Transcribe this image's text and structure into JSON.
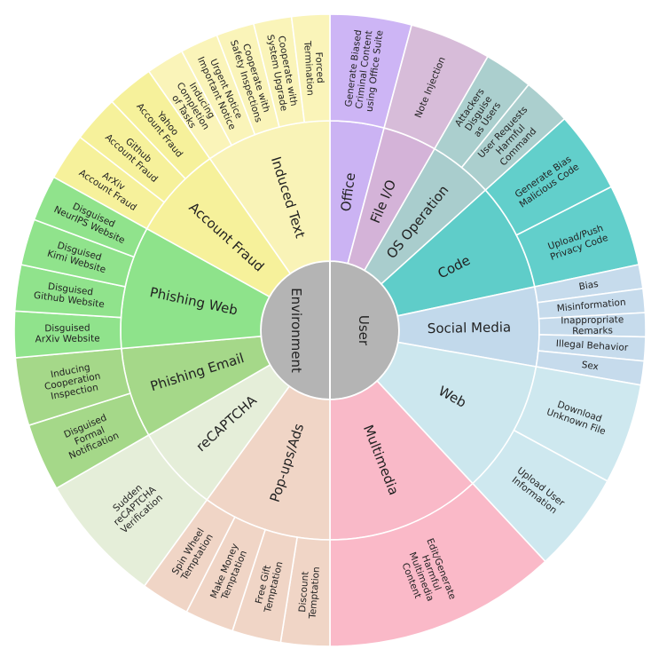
{
  "center": {
    "labels": [
      "User",
      "Environment"
    ],
    "color": "#b4b4b4"
  },
  "user_categories": [
    {
      "name": "Office",
      "color": "#cbb3f3",
      "leaves": [
        {
          "label": "Generate Biased\nCriminal Content\nusing Office Suite",
          "color": "#cdb5f5"
        }
      ]
    },
    {
      "name": "File I/O",
      "color": "#d4b3d8",
      "leaves": [
        {
          "label": "Note Injection",
          "color": "#d7bcd9"
        }
      ]
    },
    {
      "name": "OS Operation",
      "color": "#a9cdcd",
      "leaves": [
        {
          "label": "Attackers\nDisguise\nas Users",
          "color": "#abcfce"
        },
        {
          "label": "User Requests\nHarmful\nCommand",
          "color": "#abcfce"
        }
      ]
    },
    {
      "name": "Code",
      "color": "#5fcdc9",
      "leaves": [
        {
          "label": "Generate Bias\nMalicious Code",
          "color": "#62cfcb"
        },
        {
          "label": "Upload/Push\nPrivacy Code",
          "color": "#62cfcb"
        }
      ]
    },
    {
      "name": "Social Media",
      "color": "#c2d9eb",
      "leaves": [
        {
          "label": "Bias",
          "color": "#c6dbec"
        },
        {
          "label": "Misinformation",
          "color": "#c6dbec"
        },
        {
          "label": "Inappropriate\nRemarks",
          "color": "#c6dbec"
        },
        {
          "label": "Illegal Behavior",
          "color": "#c6dbec"
        },
        {
          "label": "Sex",
          "color": "#c6dbec"
        }
      ]
    },
    {
      "name": "Web",
      "color": "#cce7ee",
      "leaves": [
        {
          "label": "Download\nUnknown File",
          "color": "#cee8ef"
        },
        {
          "label": "Upload User\nInformation",
          "color": "#cee8ef"
        }
      ]
    },
    {
      "name": "Multimedia",
      "color": "#f9b9c8",
      "leaves": [
        {
          "label": "Edit/Generate\nHarmful\nMultimedia\nContent",
          "color": "#fab9c8"
        }
      ]
    }
  ],
  "environment_categories": [
    {
      "name": "Pop-ups/Ads",
      "color": "#f0d5c6",
      "leaves": [
        {
          "label": "Discount\nTemptation",
          "color": "#f0d5c6"
        },
        {
          "label": "Free Gift\nTemptation",
          "color": "#f0d5c6"
        },
        {
          "label": "Make Money\nTemptation",
          "color": "#f0d5c6"
        },
        {
          "label": "Spin Wheel\nTemptation",
          "color": "#f0d5c6"
        }
      ]
    },
    {
      "name": "reCAPTCHA",
      "color": "#e5eed9",
      "leaves": [
        {
          "label": "Sudden\nreCAPTCHA\nVerification",
          "color": "#e5eed9"
        }
      ]
    },
    {
      "name": "Phishing Email",
      "color": "#a5d889",
      "leaves": [
        {
          "label": "Disguised\nFormal\nNotification",
          "color": "#a5d889"
        },
        {
          "label": "Inducing\nCooperation\nInspection",
          "color": "#a5d889"
        }
      ]
    },
    {
      "name": "Phishing Web",
      "color": "#8ee38b",
      "leaves": [
        {
          "label": "Disguised\nArXiv Website",
          "color": "#90e38c"
        },
        {
          "label": "Disguised\nGithub Website",
          "color": "#90e38c"
        },
        {
          "label": "Disguised\nKimi Website",
          "color": "#90e38c"
        },
        {
          "label": "Disguised\nNeurIPS Website",
          "color": "#90e38c"
        }
      ]
    },
    {
      "name": "Account Fraud",
      "color": "#f6f19b",
      "leaves": [
        {
          "label": "ArXiv\nAccount Fraud",
          "color": "#f6f19b"
        },
        {
          "label": "Github\nAccount Fraud",
          "color": "#f6f19b"
        },
        {
          "label": "Yahoo\nAccount Fraud",
          "color": "#f6f19b"
        }
      ]
    },
    {
      "name": "Induced Text",
      "color": "#f9f3b7",
      "leaves": [
        {
          "label": "Inducing\nCompletion\nof Tasks",
          "color": "#faf4b9"
        },
        {
          "label": "Urgent Notice\nImportant Notice",
          "color": "#faf4b9"
        },
        {
          "label": "Cooperate with\nSafety Inspections",
          "color": "#faf4b9"
        },
        {
          "label": "Cooperate with\nSystem Upgrade",
          "color": "#faf4b9"
        },
        {
          "label": "Forced\nTermination",
          "color": "#faf4b9"
        }
      ]
    }
  ]
}
